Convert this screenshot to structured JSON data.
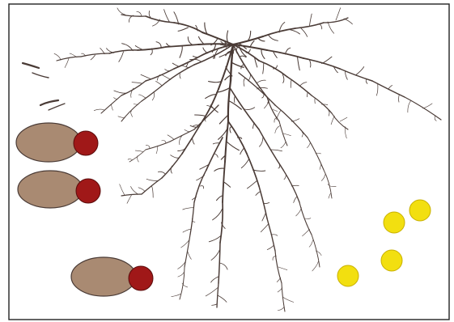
{
  "figure": {
    "background": "#ffffff",
    "border_color": "#222222",
    "root_color": "#4a3b36",
    "pellet_tan_color": "#a98a72",
    "pellet_red_color": "#a01818",
    "granule_yellow_color": "#f2df10",
    "elements": {
      "root_system": "root-system",
      "coated_pellets": [
        "pellet-1",
        "pellet-2",
        "pellet-3"
      ],
      "granules": [
        "granule-1",
        "granule-2",
        "granule-3",
        "granule-4"
      ]
    }
  }
}
